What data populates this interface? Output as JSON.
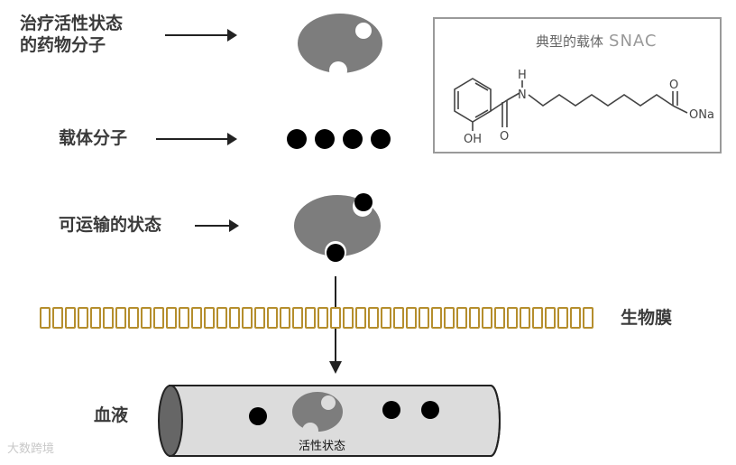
{
  "labels": {
    "active_drug": "治疗活性状态\n的药物分子",
    "carrier": "载体分子",
    "transport": "可运输的状态",
    "membrane": "生物膜",
    "blood": "血液",
    "active_in_blood": "活性状态"
  },
  "snac": {
    "title": "典型的载体",
    "name": "SNAC",
    "atoms": {
      "h": "H",
      "n": "N",
      "oh": "OH",
      "o1": "O",
      "o2": "O",
      "ona": "ONa"
    }
  },
  "watermark": "大数跨境",
  "colors": {
    "drug": "#7d7d7d",
    "carrier": "#000000",
    "membrane": "#b58e2d",
    "tube": "#dcdcdc"
  }
}
